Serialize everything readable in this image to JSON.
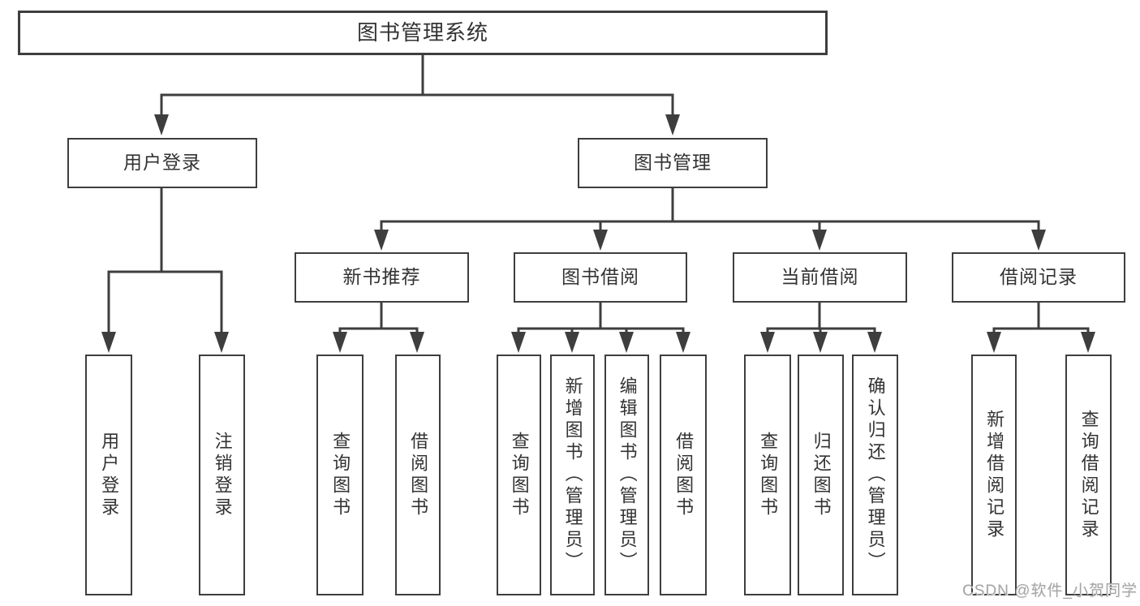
{
  "tree": {
    "label": "图书管理系统",
    "children": [
      {
        "label": "用户登录",
        "children": [
          {
            "label": "用户登录"
          },
          {
            "label": "注销登录"
          }
        ]
      },
      {
        "label": "图书管理",
        "children": [
          {
            "label": "新书推荐",
            "children": [
              {
                "label": "查询图书"
              },
              {
                "label": "借阅图书"
              }
            ]
          },
          {
            "label": "图书借阅",
            "children": [
              {
                "label": "查询图书"
              },
              {
                "label": "新增图书（管理员）"
              },
              {
                "label": "编辑图书（管理员）"
              },
              {
                "label": "借阅图书"
              }
            ]
          },
          {
            "label": "当前借阅",
            "children": [
              {
                "label": "查询图书"
              },
              {
                "label": "归还图书"
              },
              {
                "label": "确认归还（管理员）"
              }
            ]
          },
          {
            "label": "借阅记录",
            "children": [
              {
                "label": "新增借阅记录"
              },
              {
                "label": "查询借阅记录"
              }
            ]
          }
        ]
      }
    ]
  },
  "watermark": {
    "text": "CSDN @软件_小贺同学"
  },
  "colors": {
    "line": "#3e3e3e",
    "box_border": "#3e3e3e",
    "text": "#333333",
    "watermark": "#a5a5a5",
    "background": "#ffffff"
  }
}
